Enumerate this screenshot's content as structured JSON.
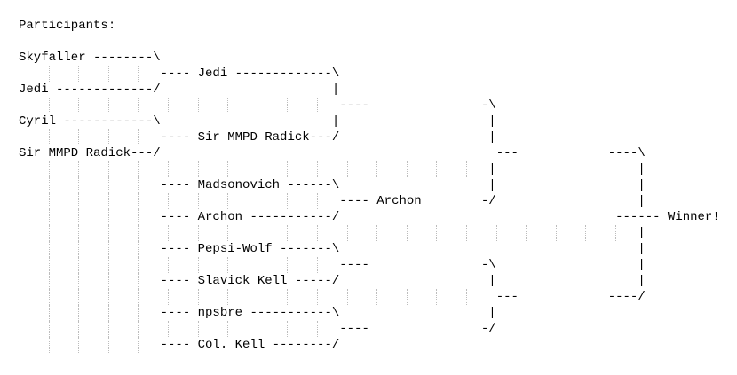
{
  "document": {
    "header_label": "Participants:",
    "winner_label": "Winner!",
    "participants": [
      "Skyfaller",
      "Jedi",
      "Cyril",
      "Sir MMPD Radick",
      "Madsonovich",
      "Archon",
      "Pepsi-Wolf",
      "Slavick Kell",
      "npsbre",
      "Col. Kell"
    ],
    "round2_shown_advancer": "Archon",
    "colors": {
      "text": "#000000",
      "indent_guide": "#bcbcbc",
      "background": "#ffffff"
    },
    "ascii_grid": {
      "lines": [
        [
          [
            0,
            "Participants:"
          ]
        ],
        [],
        [
          [
            0,
            "Skyfaller --------\\"
          ]
        ],
        [
          [
            19,
            "---- Jedi -------------\\"
          ]
        ],
        [
          [
            0,
            "Jedi -------------/"
          ],
          [
            42,
            "|"
          ]
        ],
        [
          [
            43,
            "----"
          ],
          [
            62,
            "-\\"
          ]
        ],
        [
          [
            0,
            "Cyril ------------\\"
          ],
          [
            42,
            "|"
          ],
          [
            63,
            "|"
          ]
        ],
        [
          [
            19,
            "---- Sir MMPD Radick---/"
          ],
          [
            63,
            "|"
          ]
        ],
        [
          [
            0,
            "Sir MMPD Radick---/"
          ],
          [
            64,
            "---"
          ],
          [
            79,
            "----\\"
          ]
        ],
        [
          [
            63,
            "|"
          ],
          [
            83,
            "|"
          ]
        ],
        [
          [
            19,
            "---- Madsonovich ------\\"
          ],
          [
            63,
            "|"
          ],
          [
            83,
            "|"
          ]
        ],
        [
          [
            43,
            "---- Archon"
          ],
          [
            62,
            "-/"
          ],
          [
            83,
            "|"
          ]
        ],
        [
          [
            19,
            "---- Archon -----------/"
          ],
          [
            80,
            "------ Winner!"
          ]
        ],
        [
          [
            83,
            "|"
          ]
        ],
        [
          [
            19,
            "---- Pepsi-Wolf -------\\"
          ],
          [
            83,
            "|"
          ]
        ],
        [
          [
            43,
            "----"
          ],
          [
            62,
            "-\\"
          ],
          [
            83,
            "|"
          ]
        ],
        [
          [
            19,
            "---- Slavick Kell -----/"
          ],
          [
            63,
            "|"
          ],
          [
            83,
            "|"
          ]
        ],
        [
          [
            64,
            "---"
          ],
          [
            79,
            "----/"
          ]
        ],
        [
          [
            19,
            "---- npsbre -----------\\"
          ],
          [
            63,
            "|"
          ]
        ],
        [
          [
            43,
            "----"
          ],
          [
            62,
            "-/"
          ]
        ],
        [
          [
            19,
            "---- Col. Kell --------/"
          ]
        ]
      ]
    }
  }
}
